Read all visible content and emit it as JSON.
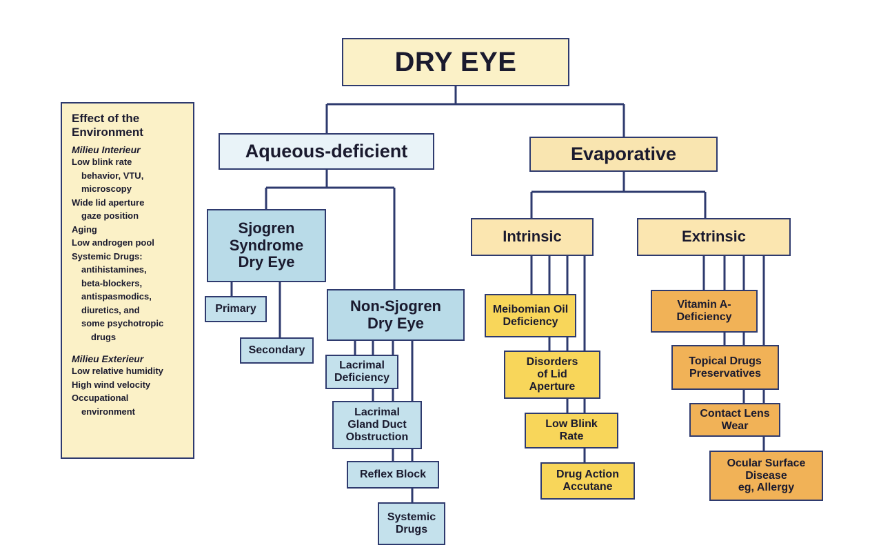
{
  "diagram": {
    "title": "DRY EYE",
    "aqueous": "Aqueous-deficient",
    "evaporative": "Evaporative",
    "sjogren": "Sjogren\nSyndrome\nDry Eye",
    "primary": "Primary",
    "secondary": "Secondary",
    "non_sjogren": "Non-Sjogren\nDry Eye",
    "lacrimal_deficiency": "Lacrimal\nDeficiency",
    "lacrimal_duct": "Lacrimal\nGland Duct\nObstruction",
    "reflex_block": "Reflex Block",
    "systemic_drugs": "Systemic\nDrugs",
    "intrinsic": "Intrinsic",
    "extrinsic": "Extrinsic",
    "meibomian": "Meibomian Oil\nDeficiency",
    "lid_aperture": "Disorders\nof Lid\nAperture",
    "low_blink": "Low Blink\nRate",
    "drug_action": "Drug Action\nAccutane",
    "vitamin_a": "Vitamin A-\nDeficiency",
    "topical_drugs": "Topical Drugs\nPreservatives",
    "contact_lens": "Contact Lens\nWear",
    "ocular_surface": "Ocular Surface\nDisease\neg, Allergy"
  },
  "environment": {
    "title": "Effect of the\nEnvironment",
    "interieur_label": "Milieu Interieur",
    "interieur_items": [
      {
        "text": "Low blink rate",
        "indent": 0
      },
      {
        "text": "behavior, VTU,",
        "indent": 1
      },
      {
        "text": "microscopy",
        "indent": 1
      },
      {
        "text": "Wide lid aperture",
        "indent": 0
      },
      {
        "text": "gaze position",
        "indent": 1
      },
      {
        "text": "Aging",
        "indent": 0
      },
      {
        "text": "Low androgen pool",
        "indent": 0
      },
      {
        "text": "Systemic Drugs:",
        "indent": 0
      },
      {
        "text": "antihistamines,",
        "indent": 1
      },
      {
        "text": "beta-blockers,",
        "indent": 1
      },
      {
        "text": "antispasmodics,",
        "indent": 1
      },
      {
        "text": "diuretics, and",
        "indent": 1
      },
      {
        "text": "some psychotropic",
        "indent": 1
      },
      {
        "text": "drugs",
        "indent": 2
      }
    ],
    "exterieur_label": "Milieu Exterieur",
    "exterieur_items": [
      {
        "text": "Low relative humidity",
        "indent": 0
      },
      {
        "text": "High wind velocity",
        "indent": 0
      },
      {
        "text": "Occupational",
        "indent": 0
      },
      {
        "text": "environment",
        "indent": 1
      }
    ]
  },
  "colors": {
    "line": "#2e3a6e",
    "title_fill": "#fbf1c7",
    "aqueous_fill": "#e9f3f8",
    "blue_fill": "#b9dbe8",
    "evaporative_fill": "#f9e5b0",
    "intrinsic_leaf_fill": "#f8d65a",
    "extrinsic_leaf_fill": "#f1b257"
  }
}
